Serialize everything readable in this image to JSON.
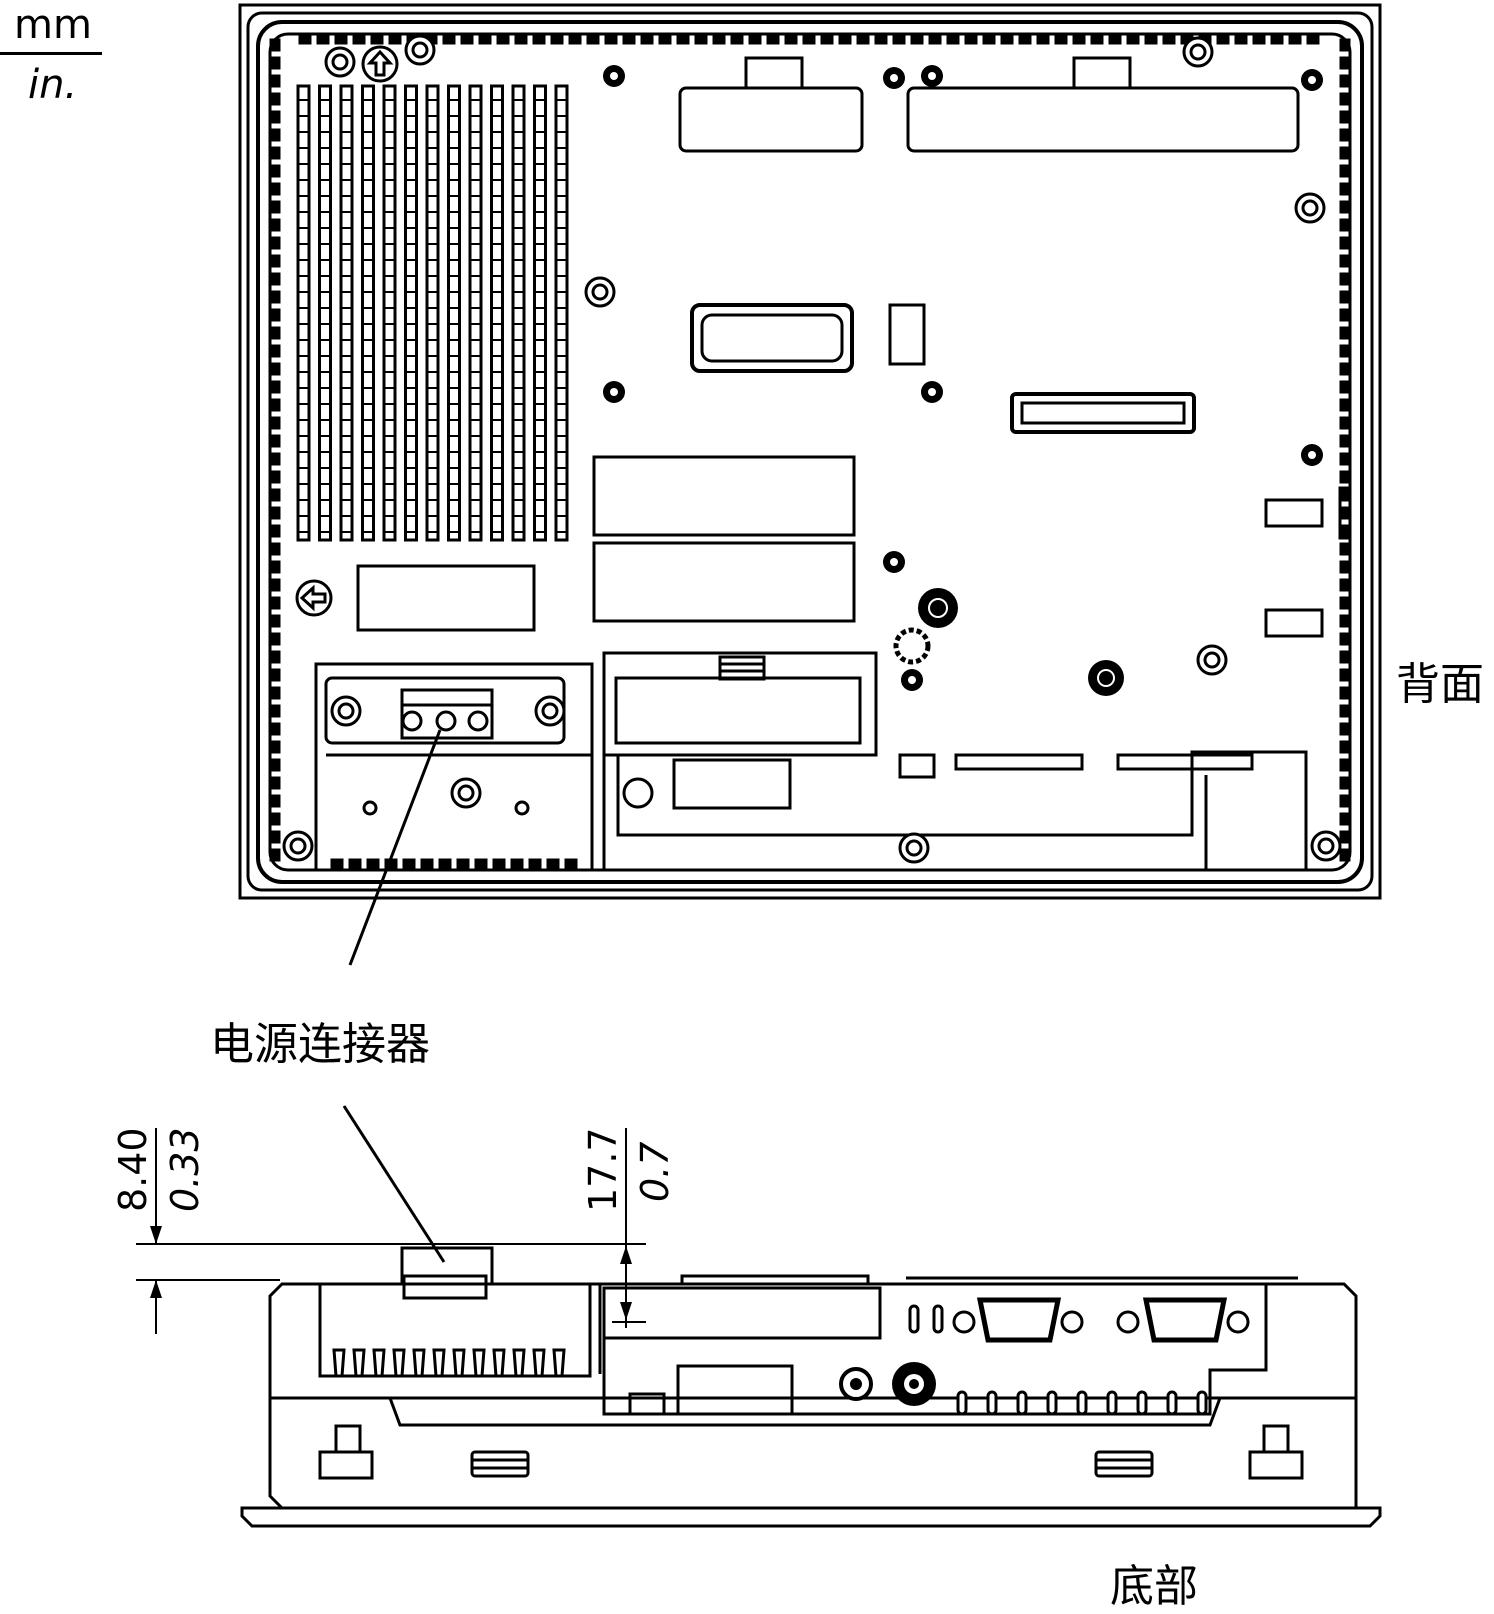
{
  "units": {
    "top": "mm",
    "bottom": "in."
  },
  "labels": {
    "rear_view": "背面",
    "power_connector": "电源连接器",
    "bottom_view": "底部"
  },
  "dimensions": {
    "connector_offset": {
      "mm": "8.40",
      "in": "0.33"
    },
    "panel_height": {
      "mm": "17.7",
      "in": "0.7"
    }
  },
  "icons": [
    "arrow-up-icon",
    "arrow-left-icon",
    "screw-icon",
    "db9-connector-icon"
  ],
  "colors": {
    "line": "#000000",
    "background": "#ffffff"
  }
}
